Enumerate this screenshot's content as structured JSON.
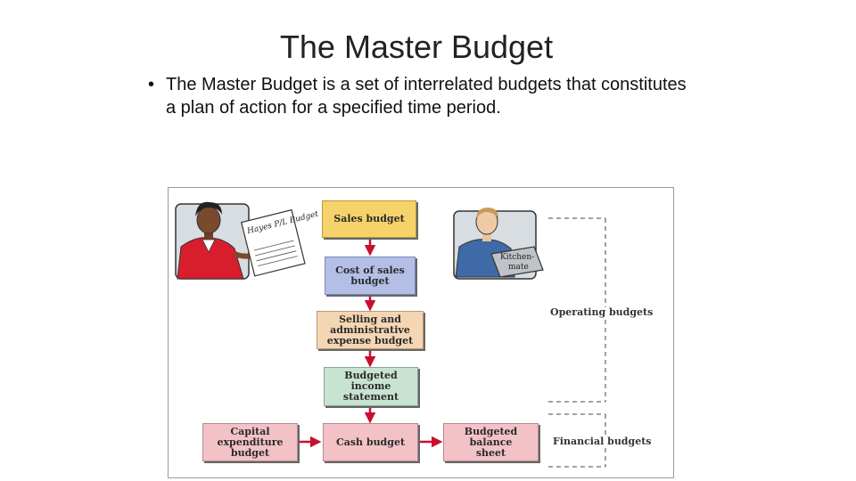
{
  "slide": {
    "title": "The Master Budget",
    "bullet": "The Master Budget is a set of interrelated budgets that constitutes a plan of action for a specified time period."
  },
  "diagram": {
    "boxes": {
      "sales": "Sales budget",
      "cogs": "Cost of sales budget",
      "selling": "Selling and administrative expense budget",
      "income": "Budgeted income statement",
      "capital": "Capital expenditure budget",
      "cash": "Cash budget",
      "balance": "Budgeted balance sheet"
    },
    "labels": {
      "operating": "Operating budgets",
      "financial": "Financial budgets"
    },
    "illustrations": {
      "paper_text": "Hayes P/L Budget",
      "laptop_text": "Kitchen-mate"
    },
    "colors": {
      "sales": "#f6d36a",
      "cogs": "#b4bfe6",
      "selling": "#f4d6b4",
      "income": "#c8e3d2",
      "financial": "#f2c2c7",
      "arrow": "#c8102e"
    }
  }
}
